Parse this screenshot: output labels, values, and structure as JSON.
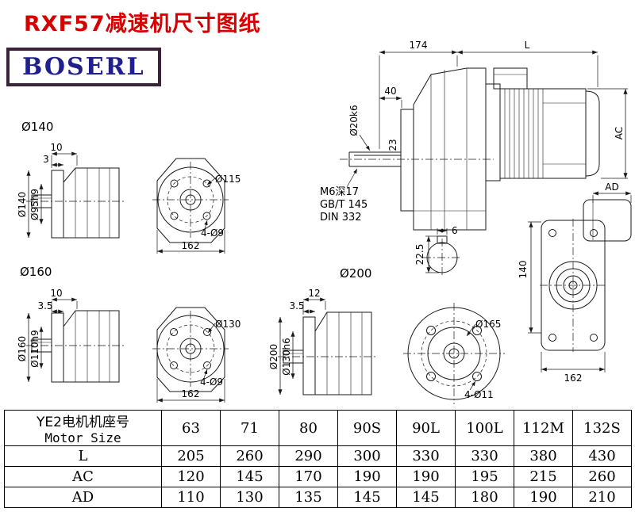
{
  "title": "RXF57减速机尺寸图纸",
  "logo": "BOSERL",
  "drawA": {
    "label": "Ø140",
    "dim10": "10",
    "dim3": "3",
    "od": "Ø140",
    "spigot": "Ø95h9"
  },
  "drawB": {
    "bolt_circle": "Ø115",
    "holes": "4-Ø9",
    "width": "162"
  },
  "drawC": {
    "dim174": "174",
    "dimL": "L",
    "dim40": "40",
    "shaft": "Ø20k6",
    "dim23": "23",
    "tap": "M6深17",
    "std1": "GB/T 145",
    "std2": "DIN 332",
    "ac": "AC",
    "key_w": "6",
    "key_h": "22.5"
  },
  "drawD": {
    "ad": "AD",
    "h140": "140",
    "w162": "162"
  },
  "drawE": {
    "label": "Ø160",
    "dim10": "10",
    "dim35": "3.5",
    "od": "Ø160",
    "spigot": "Ø110h9"
  },
  "drawF": {
    "bolt_circle": "Ø130",
    "holes": "4-Ø9",
    "width": "162"
  },
  "drawG": {
    "label": "Ø200",
    "dim12": "12",
    "dim35": "3.5",
    "od": "Ø200",
    "spigot": "Ø130h6",
    "bolt_circle": "Ø165",
    "holes": "4-Ø11"
  },
  "table": {
    "header_cn": "YE2电机机座号",
    "header_en": "Motor Size",
    "sizes": [
      "63",
      "71",
      "80",
      "90S",
      "90L",
      "100L",
      "112M",
      "132S"
    ],
    "rows": [
      {
        "label": "L",
        "values": [
          "205",
          "260",
          "290",
          "300",
          "330",
          "330",
          "380",
          "430"
        ]
      },
      {
        "label": "AC",
        "values": [
          "120",
          "145",
          "170",
          "190",
          "190",
          "195",
          "215",
          "260"
        ]
      },
      {
        "label": "AD",
        "values": [
          "110",
          "130",
          "135",
          "145",
          "145",
          "180",
          "190",
          "210"
        ]
      }
    ]
  }
}
